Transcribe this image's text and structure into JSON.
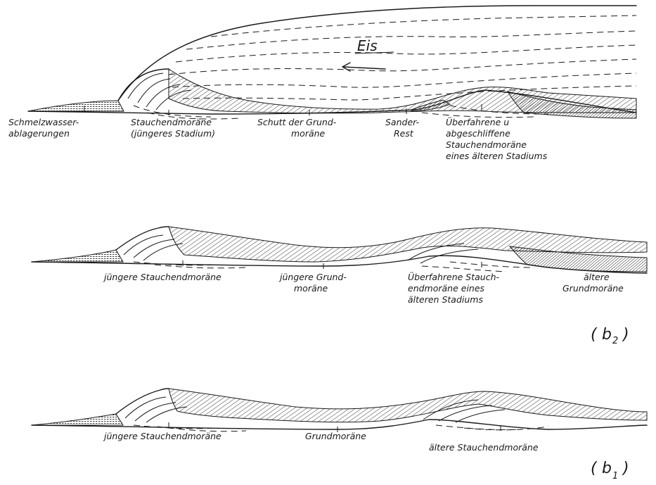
{
  "panel_a": {
    "ice_label": "Eis",
    "labels": {
      "meltwater_1": "Schmelzwasser-",
      "meltwater_2": "ablagerungen",
      "push_moraine_1": "Stauchendmoräne",
      "push_moraine_2": "(jüngeres Stadium)",
      "debris_1": "Schutt der Grund-",
      "debris_2": "moräne",
      "sander_1": "Sander-",
      "sander_2": "Rest",
      "overridden_1": "Überfahrene u",
      "overridden_2": "abgeschliffene",
      "overridden_3": "Stauchendmoräne",
      "overridden_4": "eines älteren Stadiums"
    }
  },
  "panel_b2": {
    "tag_letter": "b",
    "tag_sub": "2",
    "labels": {
      "younger_push_moraine": "jüngere Stauchendmoräne",
      "younger_ground_moraine_1": "jüngere Grund-",
      "younger_ground_moraine_2": "moräne",
      "overridden_1": "Überfahrene Stauch-",
      "overridden_2": "endmoräne eines",
      "overridden_3": "älteren Stadiums",
      "older_ground_moraine_1": "ältere",
      "older_ground_moraine_2": "Grundmoräne"
    }
  },
  "panel_b1": {
    "tag_letter": "b",
    "tag_sub": "1",
    "labels": {
      "younger_push_moraine": "jüngere Stauchendmoräne",
      "ground_moraine": "Grundmoräne",
      "older_push_moraine": "ältere Stauchendmoräne"
    }
  }
}
